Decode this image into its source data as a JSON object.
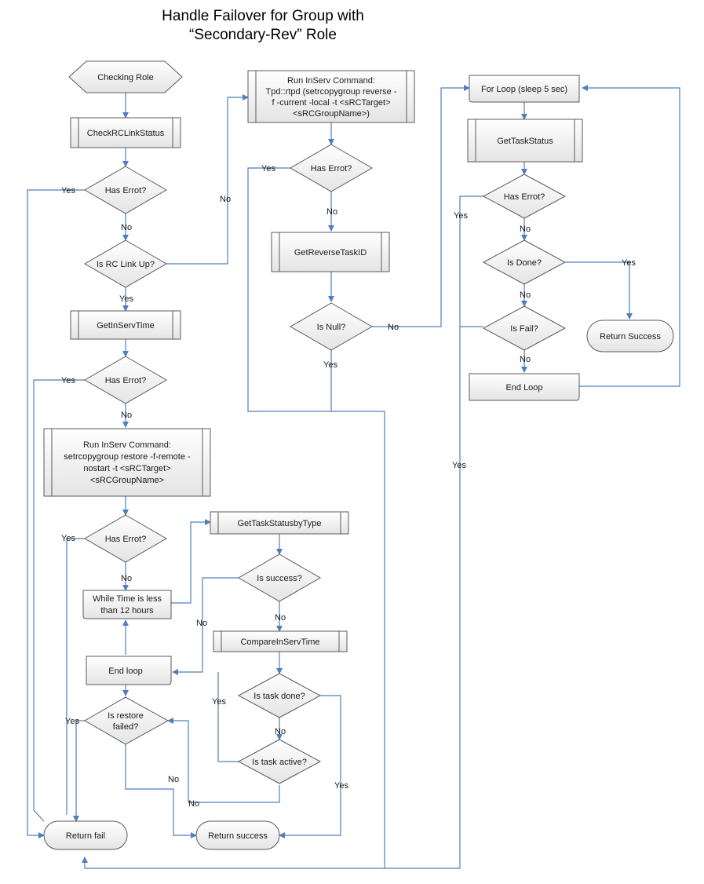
{
  "title_line1": "Handle Failover for Group with",
  "title_line2": "“Secondary-Rev” Role",
  "nodes": {
    "checking_role": "Checking Role",
    "check_rc_link": "CheckRCLinkStatus",
    "err1": "Has Errot?",
    "rc_link_up": "Is RC Link Up?",
    "get_inserv_time": "GetInServTime",
    "err2": "Has Errot?",
    "restore_l1": "Run InServ Command:",
    "restore_l2": "setrcopygroup restore -f-remote -",
    "restore_l3": "nostart -t <sRCTarget>",
    "restore_l4": "<sRCGroupName>",
    "err3": "Has Errot?",
    "while_l1": "While Time is less",
    "while_l2": "than 12 hours",
    "end_loop_left": "End loop",
    "restore_failed_l1": "Is restore",
    "restore_failed_l2": "failed?",
    "return_fail": "Return fail",
    "return_success_bottom": "Return success",
    "reverse_l1": "Run InServ Command:",
    "reverse_l2": "Tpd::rtpd (setrcopygroup reverse -",
    "reverse_l3": "f -current -local -t <sRCTarget>",
    "reverse_l4": "<sRCGroupName>)",
    "err4": "Has Errot?",
    "get_reverse_task": "GetReverseTaskID",
    "is_null": "Is Null?",
    "task_status_by_type": "GetTaskStatusbyType",
    "is_success": "Is success?",
    "compare_inserv": "CompareInServTime",
    "is_task_done": "Is task done?",
    "is_task_active": "Is task active?",
    "for_loop": "For Loop (sleep 5 sec)",
    "get_task_status": "GetTaskStatus",
    "err5": "Has Errot?",
    "is_done": "Is Done?",
    "is_fail": "Is Fail?",
    "end_loop_right": "End Loop",
    "return_success_right": "Return Success"
  },
  "edge_labels": {
    "yes": "Yes",
    "no": "No"
  }
}
